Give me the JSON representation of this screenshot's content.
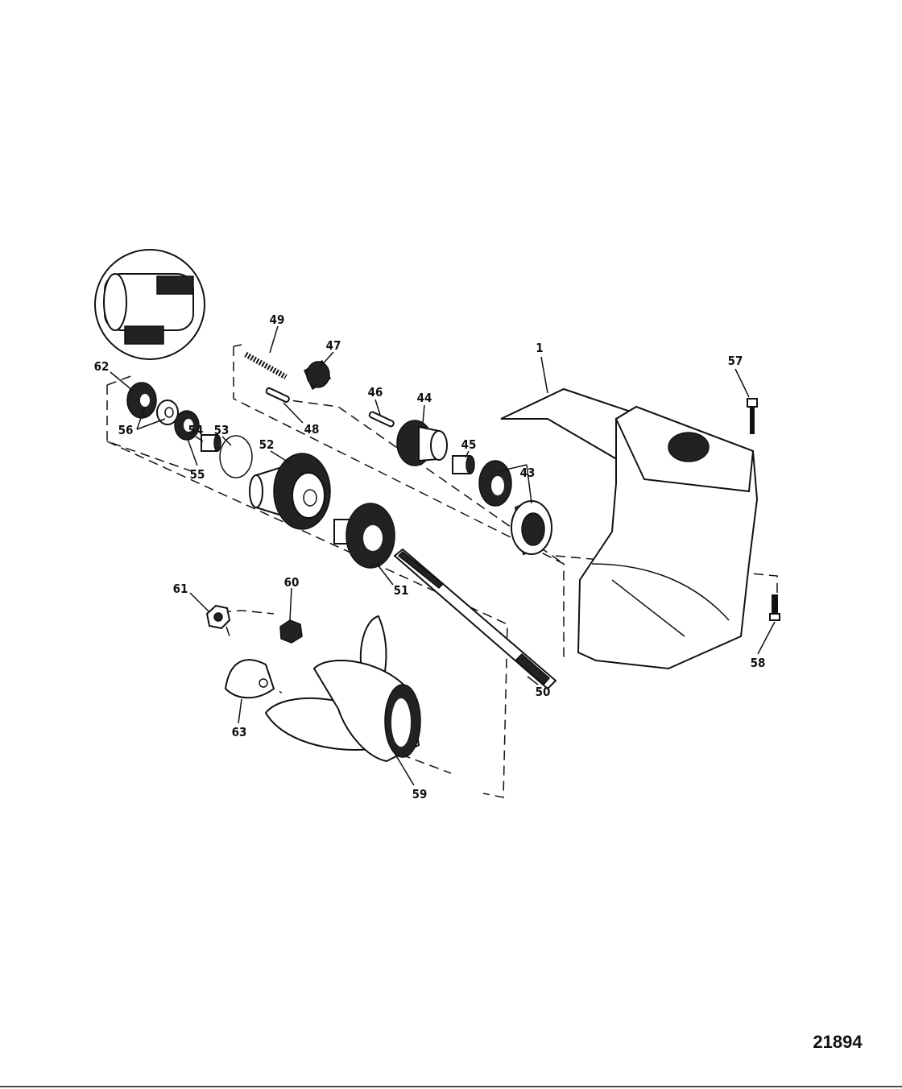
{
  "diagram": {
    "figure_number": "21894",
    "callouts": {
      "c1": "1",
      "c43": "43",
      "c44": "44",
      "c45": "45",
      "c46": "46",
      "c47": "47",
      "c48": "48",
      "c49": "49",
      "c50": "50",
      "c51": "51",
      "c52": "52",
      "c53": "53",
      "c54": "54",
      "c55": "55",
      "c56": "56",
      "c57": "57",
      "c58": "58",
      "c59": "59",
      "c60": "60",
      "c61": "61",
      "c62": "62",
      "c63": "63"
    }
  }
}
